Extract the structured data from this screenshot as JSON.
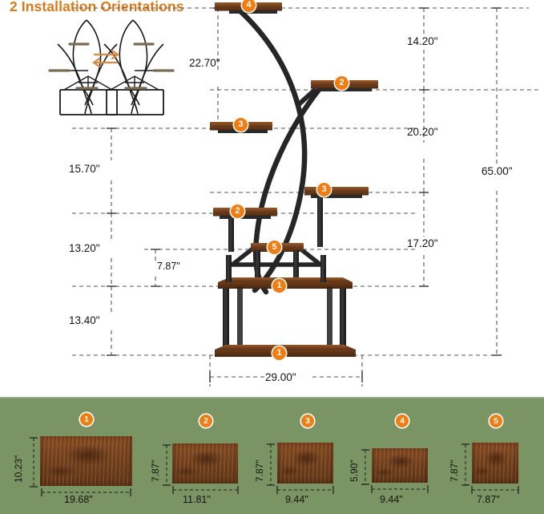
{
  "title": "2 Installation Orientations",
  "colors": {
    "accent": "#ef7d12",
    "title": "#d97a1a",
    "panel_bg": "#7b9463",
    "metal": "#2b2b2b",
    "wood": "#6d3c1b",
    "dimension_line": "#555555"
  },
  "orientation_preview": {
    "label_left": "orientation-a",
    "label_right": "orientation-b",
    "swap_symbol": "⇌"
  },
  "main_diagram": {
    "vertical_dimensions_left": [
      {
        "name": "dim-22-70",
        "value": "22.70\""
      },
      {
        "name": "dim-15-70",
        "value": "15.70\""
      },
      {
        "name": "dim-13-20",
        "value": "13.20\""
      },
      {
        "name": "dim-13-40",
        "value": "13.40\""
      },
      {
        "name": "dim-7-87-inner",
        "value": "7.87\""
      }
    ],
    "vertical_dimensions_right": [
      {
        "name": "dim-14-20",
        "value": "14.20\""
      },
      {
        "name": "dim-20-20",
        "value": "20.20\""
      },
      {
        "name": "dim-17-20",
        "value": "17.20\""
      }
    ],
    "total_height": "65.00\"",
    "total_width": "29.00\"",
    "shelf_markers": [
      {
        "name": "marker-4-top",
        "number": "4"
      },
      {
        "name": "marker-2-right-upper",
        "number": "2"
      },
      {
        "name": "marker-3-left-upper",
        "number": "3"
      },
      {
        "name": "marker-3-right-lower",
        "number": "3"
      },
      {
        "name": "marker-2-left-lower",
        "number": "2"
      },
      {
        "name": "marker-5-small",
        "number": "5"
      },
      {
        "name": "marker-1-middle",
        "number": "1"
      },
      {
        "name": "marker-1-bottom",
        "number": "1"
      }
    ]
  },
  "parts_panel": {
    "parts": [
      {
        "number": "1",
        "width": "19.68\"",
        "height": "10.23\""
      },
      {
        "number": "2",
        "width": "11.81\"",
        "height": "7.87\""
      },
      {
        "number": "3",
        "width": "9.44\"",
        "height": "7.87\""
      },
      {
        "number": "4",
        "width": "9.44\"",
        "height": "5.90\""
      },
      {
        "number": "5",
        "width": "7.87\"",
        "height": "7.87\""
      }
    ]
  }
}
